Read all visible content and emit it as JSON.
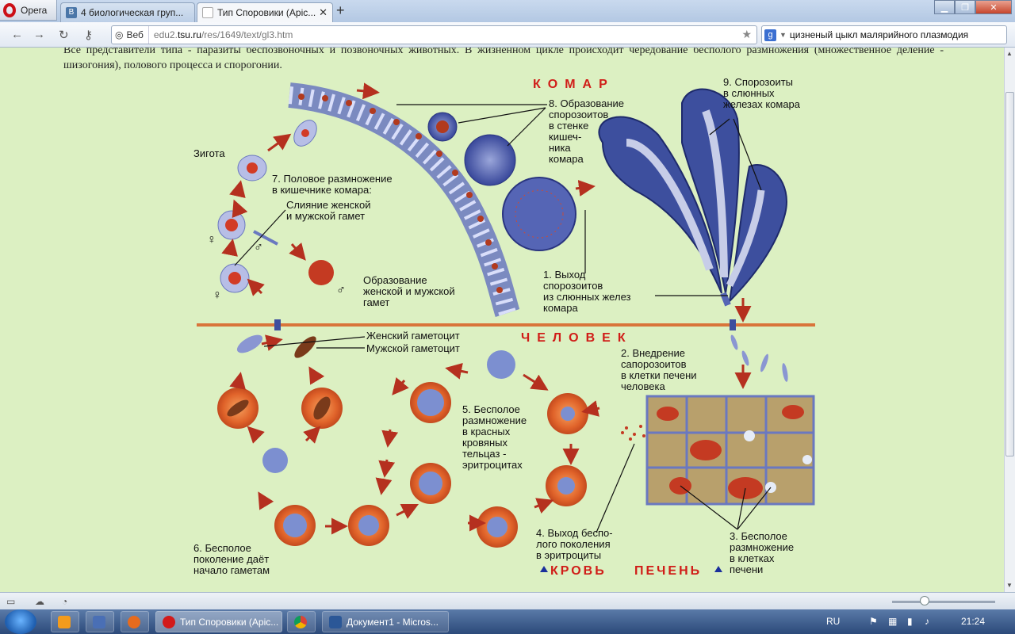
{
  "browser": {
    "menu_label": "Opera",
    "tabs": [
      {
        "label": "4 биологическая груп...",
        "fav": "В"
      },
      {
        "label": "Тип Споровики (Apic...",
        "fav": ""
      }
    ],
    "address_mode": "Веб",
    "url_prefix": "edu2.",
    "url_domain": "tsu.ru",
    "url_path": "/res/1649/text/gl3.htm",
    "search_text": "цизненый цыкл малярийного плазмодия",
    "search_engine_icon": "g"
  },
  "page": {
    "intro": "Все представители типа - паразиты беспозвоночных и позвоночных животных. В жизненном цикле происходит чередование бесполого размножения (множественное деление - шизогония), полового процесса и спорогонии.",
    "mosquito_title": "КОМАР",
    "human_title": "ЧЕЛОВЕК",
    "blood_title": "КРОВЬ",
    "liver_title": "ПЕЧЕНЬ",
    "zygote": "Зигота",
    "step7": "7. Половое размножение\nв кишечнике комара:",
    "fusion": "Слияние женской\nи мужской гамет",
    "gamete_formation": "Образование\nженской и мужской\nгамет",
    "step8": "8. Образование\nспорозоитов\nв стенке\nкишеч-\nника\nкомара",
    "step9": "9. Спорозоиты\nв слюнных\nжелезах комара",
    "step1": "1. Выход\nспорозоитов\nиз слюнных желез\nкомара",
    "female_gametocyte": "Женский гаметоцит",
    "male_gametocyte": "Мужской гаметоцит",
    "step2": "2. Внедрение\nсапорозоитов\nв клетки печени\nчеловека",
    "step5": "5. Бесполое\nразмножение\nв красных\nкровяных\nтельцаз -\nэритроцитах",
    "step4": "4. Выход беспо-\nлого поколения\nв эритроциты",
    "step3": "3. Бесполое\nразмножение\nв клетках\nпечени",
    "step6": "6. Бесполое\nпоколение даёт\nначало гаметам",
    "female_symbol": "♀",
    "male_symbol": "♂"
  },
  "taskbar": {
    "items": [
      {
        "label": "Тип Споровики (Apic...",
        "active": true
      },
      {
        "label": "",
        "active": false
      },
      {
        "label": "Документ1 - Micros...",
        "active": false
      }
    ],
    "lang": "RU",
    "time": "21:24"
  },
  "colors": {
    "page_bg": "#dcf0c2",
    "arrow": "#c0392b",
    "title_red": "#d01d18",
    "cell_blue": "#3d4f9e",
    "erythrocyte": "#e0632a"
  }
}
